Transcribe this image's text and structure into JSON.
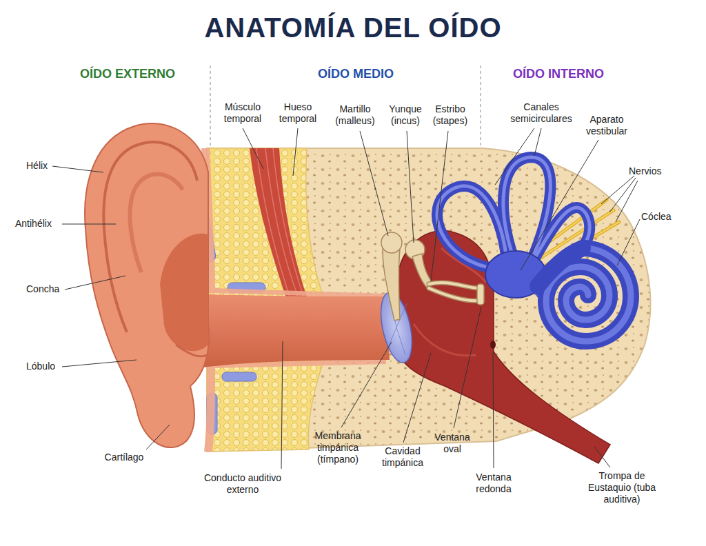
{
  "diagram": {
    "title": "ANATOMÍA DEL OÍDO",
    "labels": [
      "OÍDO EXTERNO",
      "OÍDO MEDIO",
      "OÍDO INTERNO",
      "Músculo temporal",
      "Hueso temporal",
      "Martillo (malleus)",
      "Yunque (incus)",
      "Estribo (stapes)",
      "Canales semicirculares",
      "Aparato vestibular",
      "Nervios",
      "Hélix",
      "Antihélix",
      "Concha",
      "Cóclea",
      "Lóbulo",
      "Cartílago",
      "Conducto auditivo externo",
      "Membrana timpánica (tímpano)",
      "Cavidad timpánica",
      "Ventana oval",
      "Ventana redonda",
      "Trompa de Eustaquio (tuba auditiva)"
    ]
  }
}
